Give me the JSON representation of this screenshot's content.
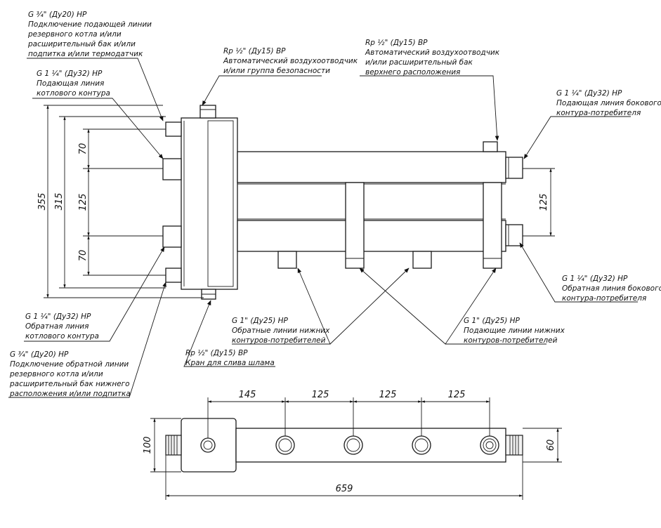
{
  "callouts": {
    "reserve_supply": {
      "line1": "G ¾\" (Ду20) НР",
      "line2": "Подключение подающей линии",
      "line3": "резервного котла и/или",
      "line4": "расширительный бак и/или",
      "line5": "подпитка и/или термодатчик"
    },
    "boiler_supply": {
      "line1": "G 1 ¼\" (Ду32) НР",
      "line2": "Подающая линия",
      "line3": "котлового контура"
    },
    "air_vent_top": {
      "line1": "Rp ½\" (Ду15) ВР",
      "line2": "Автоматический воздухоотводчик",
      "line3": "и/или группа безопасности"
    },
    "air_vent_upper": {
      "line1": "Rp ½\" (Ду15) ВР",
      "line2": "Автоматический воздухоотводчик",
      "line3": "и/или расширительный бак",
      "line4": "верхнего расположения"
    },
    "side_supply": {
      "line1": "G 1 ¼\" (Ду32) НР",
      "line2": "Подающая линия бокового",
      "line3": "контура-потребителя"
    },
    "side_return": {
      "line1": "G 1 ¼\" (Ду32) НР",
      "line2": "Обратная линия бокового",
      "line3": "контура-потребителя"
    },
    "boiler_return": {
      "line1": "G 1 ¼\" (Ду32) НР",
      "line2": "Обратная линия",
      "line3": "котлового контура"
    },
    "lower_return": {
      "line1": "G 1\" (Ду25) НР",
      "line2": "Обратные линии нижних",
      "line3": "контуров-потребителей"
    },
    "lower_supply": {
      "line1": "G 1\" (Ду25) НР",
      "line2": "Подающие линии нижних",
      "line3": "контуров-потребителей"
    },
    "drain": {
      "line1": "Rp ½\" (Ду15) ВР",
      "line2": "Кран для слива шлама"
    },
    "reserve_return": {
      "line1": "G ¾\" (Ду20) НР",
      "line2": "Подключение обратной линии",
      "line3": "резервного котла и/или",
      "line4": "расширительный бак нижнего",
      "line5": "расположения и/или подпитка"
    }
  },
  "dimensions": {
    "front": {
      "overall_height": "355",
      "inner_height": "315",
      "top_spacing": "70",
      "middle_spacing": "125",
      "bottom_spacing": "70",
      "right_spacing": "125"
    },
    "top": {
      "seg1": "145",
      "seg2": "125",
      "seg3": "125",
      "seg4": "125",
      "depth": "100",
      "pipe_depth": "60",
      "overall_length": "659"
    }
  }
}
